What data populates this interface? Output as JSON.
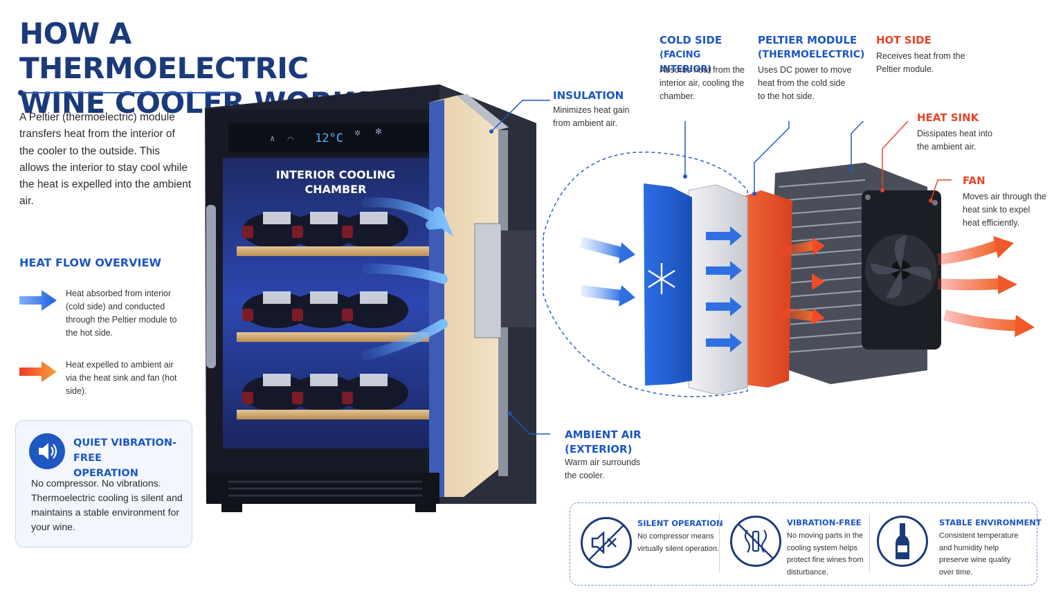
{
  "title": {
    "line1": "HOW A THERMOELECTRIC",
    "line2": "WINE COOLER WORKS"
  },
  "intro_text": "A Peltier (thermoelectric) module transfers heat from the interior of the cooler to the outside. This allows the interior to stay cool while the heat is expelled into the ambient air.",
  "heat_flow_overview": {
    "title": "HEAT FLOW OVERVIEW",
    "items": [
      {
        "icon": "blue-arrow-icon",
        "color": "#2f6fe0",
        "text": "Heat absorbed from interior (cold side) and conducted through the Peltier module to the hot side."
      },
      {
        "icon": "orange-arrow-icon",
        "color": "#f0622b",
        "text": "Heat expelled to ambient air via the heat sink and fan (hot side)."
      }
    ]
  },
  "quiet_box": {
    "icon": "speaker-icon",
    "title_line1": "QUIET VIBRATION-FREE",
    "title_line2": "OPERATION",
    "body": "No compressor. No vibrations. Thermoelectric cooling is silent and maintains a stable environment for your wine."
  },
  "cooler": {
    "display_temp": "12°C",
    "chamber_label_line1": "INTERIOR COOLING",
    "chamber_label_line2": "CHAMBER"
  },
  "labels": {
    "insulation": {
      "title": "INSULATION",
      "body": "Minimizes heat gain from ambient air."
    },
    "ambient_air": {
      "title_line1": "AMBIENT AIR",
      "title_line2": "(EXTERIOR)",
      "body": "Warm air surrounds the cooler."
    },
    "cold_side": {
      "title_line1": "COLD SIDE",
      "title_line2": "(FACING INTERIOR)",
      "body": "Absorbs heat from the interior air, cooling the chamber."
    },
    "peltier_module": {
      "title_line1": "PELTIER MODULE",
      "title_line2": "(THERMOELECTRIC)",
      "body": "Uses DC power to move heat from the cold side to the hot side."
    },
    "hot_side": {
      "title": "HOT SIDE",
      "body": "Receives heat from the Peltier module."
    },
    "heat_sink": {
      "title": "HEAT SINK",
      "body": "Dissipates heat into the ambient air."
    },
    "fan": {
      "title": "FAN",
      "body": "Moves air through the heat sink to expel heat efficiently."
    }
  },
  "features": [
    {
      "icon": "muted-speaker-icon",
      "title": "SILENT OPERATION",
      "body": "No compressor means virtually silent operation."
    },
    {
      "icon": "no-vibration-icon",
      "title": "VIBRATION-FREE",
      "body": "No moving parts in the cooling system helps protect fine wines from disturbance."
    },
    {
      "icon": "wine-bottle-icon",
      "title": "STABLE ENVIRONMENT",
      "body": "Consistent temperature and humidity help preserve wine quality over time."
    }
  ],
  "colors": {
    "title_navy": "#1b3a7a",
    "accent_blue": "#1a56c4",
    "hot_red": "#e5442a",
    "cold_blue": "#2f6fe0"
  }
}
